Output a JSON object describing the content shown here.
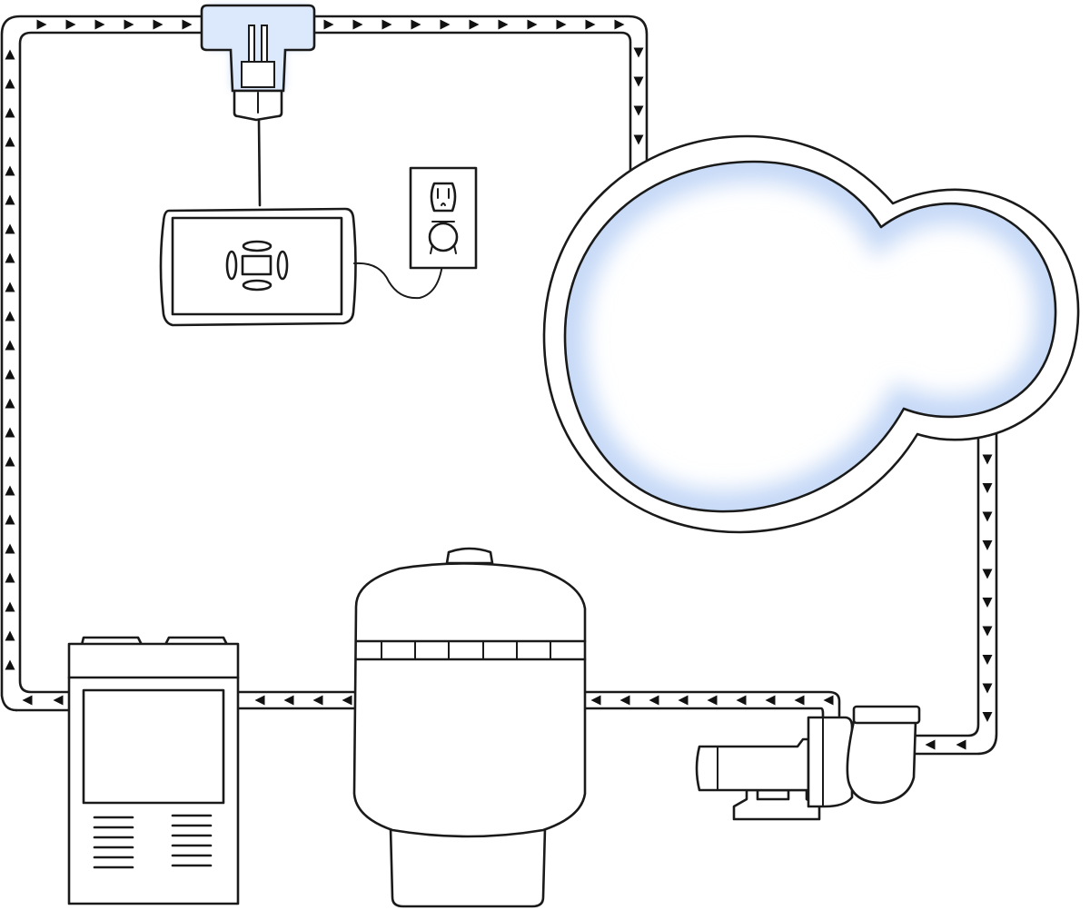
{
  "colors": {
    "outline": "#1a1a1a",
    "water_glow": "#c6d9f7",
    "device_glow": "#a9c6f2",
    "background": "#ffffff"
  },
  "flow": {
    "direction_marker": "triangle-arrow",
    "segments": [
      {
        "id": "top-left",
        "direction": "right"
      },
      {
        "id": "top-right",
        "direction": "right"
      },
      {
        "id": "right-down-to-pool",
        "direction": "down"
      },
      {
        "id": "pool-to-pump",
        "direction": "down"
      },
      {
        "id": "pump-inlet",
        "direction": "left"
      },
      {
        "id": "pump-to-filter",
        "direction": "left"
      },
      {
        "id": "filter-to-heater",
        "direction": "left"
      },
      {
        "id": "heater-left",
        "direction": "left"
      },
      {
        "id": "left-return",
        "direction": "up"
      }
    ]
  },
  "components": [
    {
      "id": "inline-sensor",
      "icon": "inline-sensor-icon",
      "highlighted": true
    },
    {
      "id": "control-unit",
      "icon": "control-panel-icon",
      "highlighted": false
    },
    {
      "id": "wall-outlet",
      "icon": "power-outlet-icon",
      "highlighted": false
    },
    {
      "id": "pool",
      "icon": "pool-icon",
      "highlighted": true
    },
    {
      "id": "pump",
      "icon": "pump-icon",
      "highlighted": false
    },
    {
      "id": "filter",
      "icon": "filter-tank-icon",
      "highlighted": false
    },
    {
      "id": "heater",
      "icon": "heater-icon",
      "highlighted": false
    }
  ]
}
